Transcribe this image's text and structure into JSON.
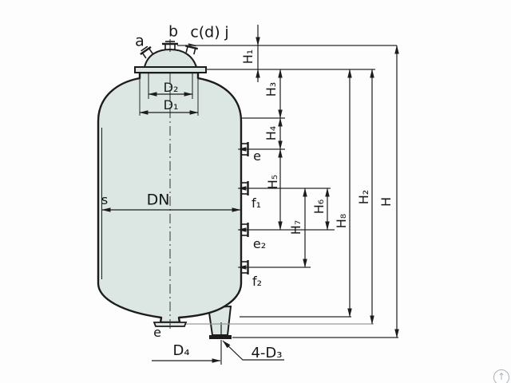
{
  "title": "Vertical vessel outline drawing with nozzle and height dimensions",
  "colors": {
    "vessel_fill": "#dce6e2",
    "outline": "#1c1c1c",
    "dim_line": "#2a2a2a",
    "faint_line": "#9a9a9a",
    "watermark": "#a9b3b9"
  },
  "labels": {
    "a": "a",
    "b": "b",
    "cd": "c(d)",
    "j": "j",
    "h1": "H₁",
    "h3": "H₃",
    "h4": "H₄",
    "h5": "H₅",
    "h6": "H₆",
    "h7": "H₇",
    "h8": "H₈",
    "h2": "H₂",
    "h": "H",
    "d2": "D₂",
    "d1": "D₁",
    "s": "s",
    "dn": "DN",
    "e_side": "e",
    "f1": "f₁",
    "e2": "e₂",
    "f2": "f₂",
    "e_bottom": "e",
    "d4": "D₄",
    "four_d3": "4-D₃"
  },
  "icons": {
    "back_to_top": "↑"
  }
}
